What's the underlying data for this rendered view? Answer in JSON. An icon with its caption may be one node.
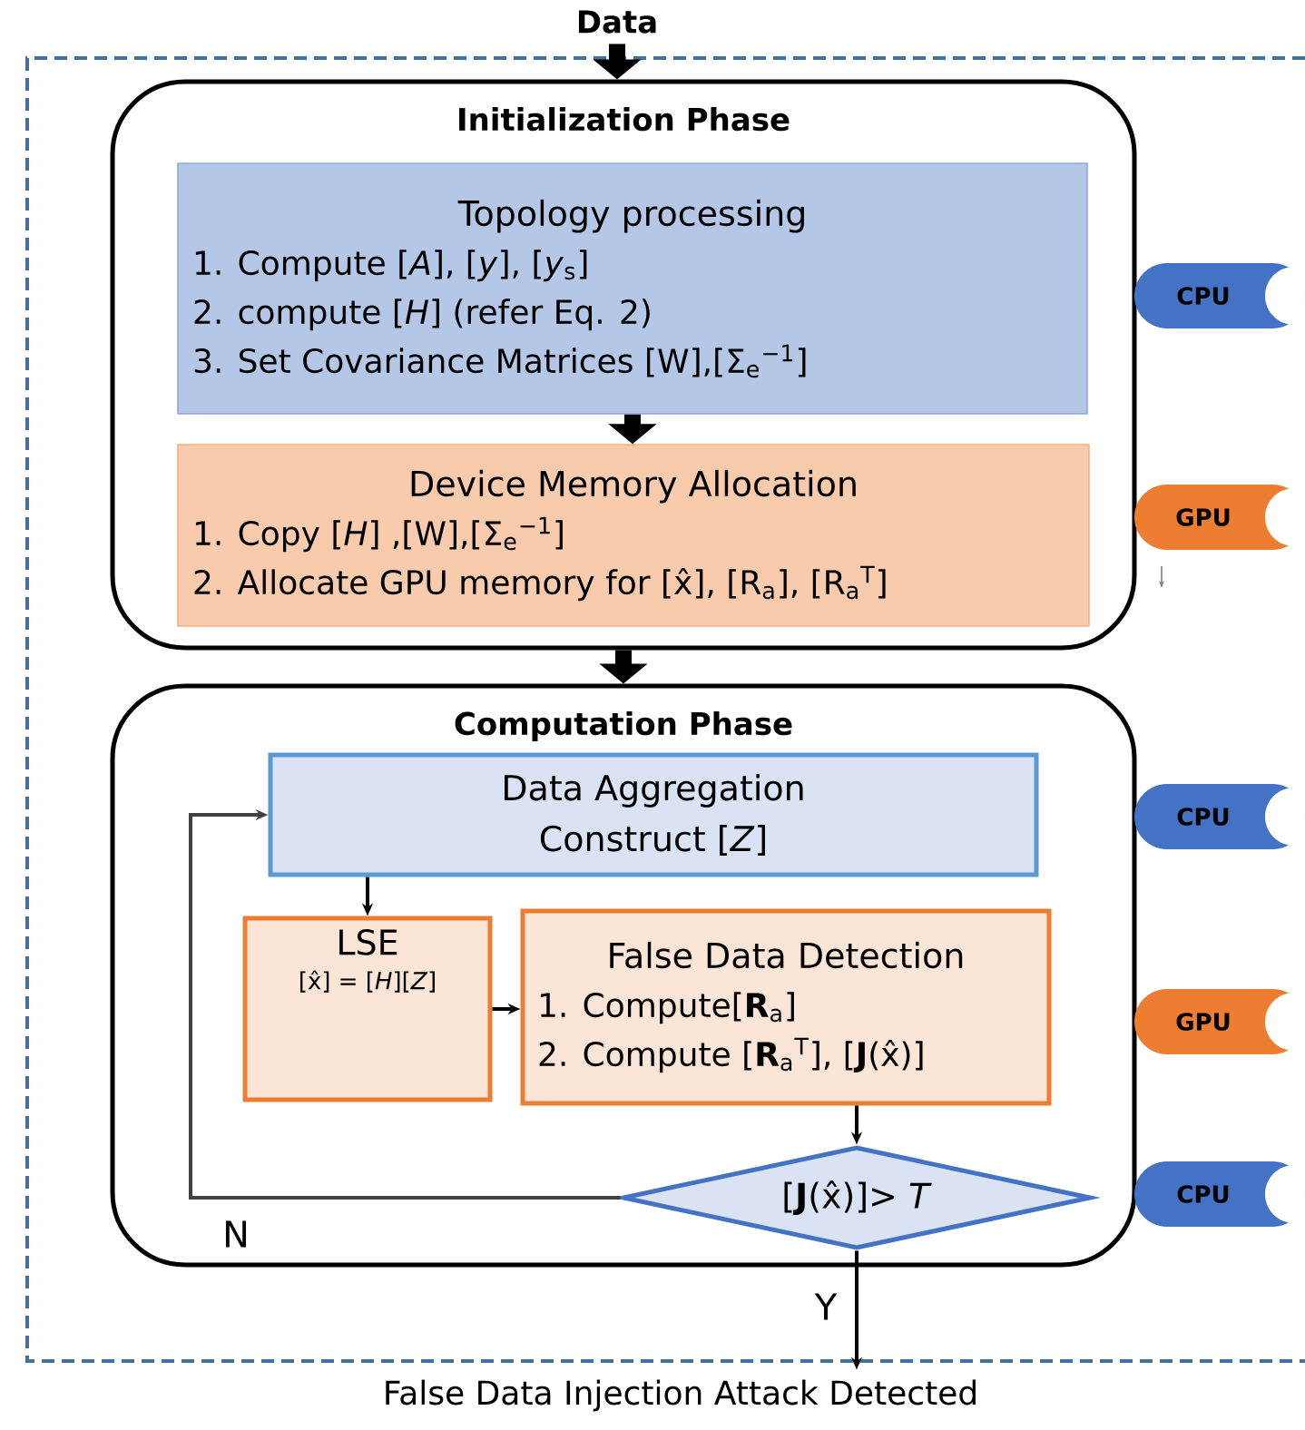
{
  "diagram": {
    "nodes": [
      {
        "text": [
          "Data"
        ]
      },
      {
        "text": [
          "Initialization Phase"
        ]
      },
      {
        "text": [
          "Topology processing",
          "1. Compute [*A*], [*y*], [*y*$_{s}$]",
          "2. compute [*H*] (refer Eq. 2)",
          "3. Set Covariance Matrices [W],[Σ$_{e}$$^{−1}$]"
        ],
        "in": 1
      },
      {
        "text": [
          "Device Memory Allocation",
          "1. Copy [*H*] ,[W],[Σ$_{e}$$^{−1}$]",
          "2. Allocate GPU memory for [x̂], [R$_{a}$], [R$_{a}$$^{T}$]"
        ],
        "in": 1
      },
      {
        "text": [
          "Computation Phase"
        ]
      },
      {
        "text": [
          "Data Aggregation",
          "Construct [*Z*]"
        ],
        "in": 4
      },
      {
        "text": [
          "LSE",
          "[x̂] = [*H*][*Z*]"
        ],
        "in": 4
      },
      {
        "text": [
          "False Data Detection",
          "1. Compute[**R**$_{a}$]",
          "2. Compute [**R**$_{a}$$^{T}$], [**J**(x̂)]"
        ],
        "in": 4
      },
      {
        "text": [
          "[**J**(x̂)]> *T*"
        ],
        "in": 4
      },
      {
        "text": [
          "False Data Injection Attack Detected"
        ]
      },
      {
        "text": [
          "CPU"
        ]
      },
      {
        "text": [
          "GPU"
        ]
      },
      {
        "text": [
          "CPU"
        ]
      },
      {
        "text": [
          "GPU"
        ]
      },
      {
        "text": [
          "CPU"
        ]
      }
    ],
    "edges": [
      {
        "from": 0,
        "to": 1,
        "arrow": "to",
        "style": "thick"
      },
      {
        "from": 2,
        "to": 3,
        "arrow": "to",
        "style": "thick"
      },
      {
        "from": 1,
        "to": 4,
        "arrow": "to",
        "style": "thick"
      },
      {
        "from": 5,
        "to": 6,
        "arrow": "to"
      },
      {
        "from": 6,
        "to": 7,
        "arrow": "to"
      },
      {
        "from": 7,
        "to": 8,
        "arrow": "to"
      },
      {
        "from": 8,
        "to": 5,
        "arrow": "to",
        "label": "N",
        "color": "#404040"
      },
      {
        "from": 8,
        "to": 9,
        "arrow": "to",
        "label": "Y"
      }
    ]
  }
}
